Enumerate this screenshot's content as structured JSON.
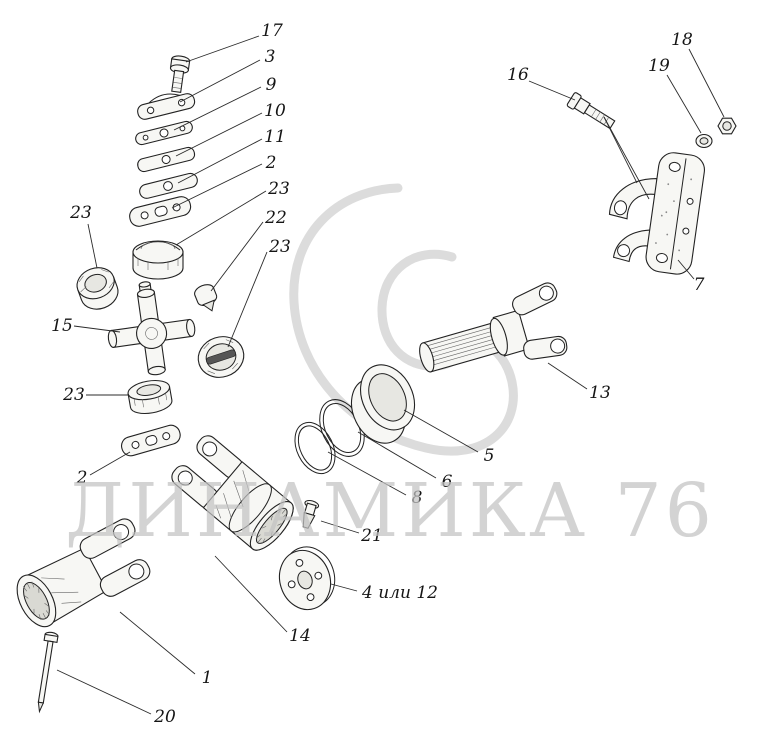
{
  "watermark": {
    "text": "ДИНАМИКА 76",
    "color": "#c3c3c3"
  },
  "colors": {
    "background": "#ffffff",
    "line": "#222222",
    "part_fill": "#f7f7f4",
    "part_shade": "#e7e7e2",
    "logo_gray": "#dcdcdc",
    "label": "#151515"
  },
  "labels": {
    "p17": "17",
    "p3": "3",
    "p9": "9",
    "p10": "10",
    "p11": "11",
    "p2a": "2",
    "p23a": "23",
    "p22": "22",
    "p23b": "23",
    "p23L": "23",
    "p15": "15",
    "p23c": "23",
    "p2b": "2",
    "p16": "16",
    "p18": "18",
    "p19": "19",
    "p7": "7",
    "p13": "13",
    "p5": "5",
    "p6": "6",
    "p8": "8",
    "p21": "21",
    "p4or12": "4 или 12",
    "p14": "14",
    "p1": "1",
    "p20": "20"
  }
}
